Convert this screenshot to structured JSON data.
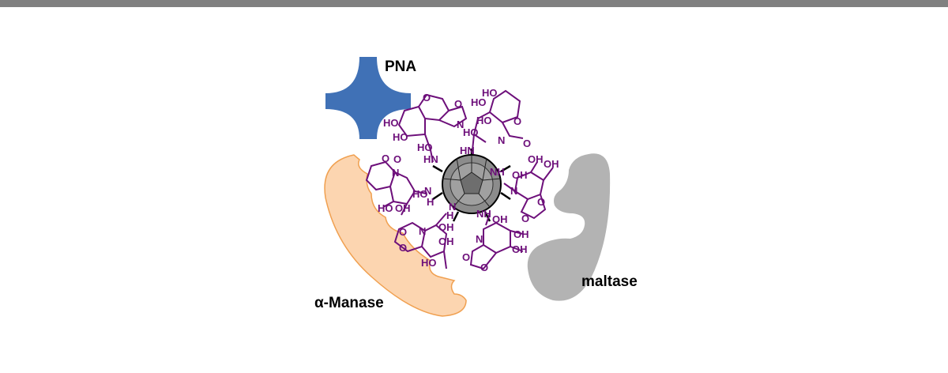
{
  "labels": {
    "pna": "PNA",
    "manase": "α-Manase",
    "maltase": "maltase"
  },
  "colors": {
    "top_bar": "#808080",
    "pna_shape": "#4071b6",
    "manase_shape": "#fcd5b0",
    "manase_outline": "#f0a050",
    "maltase_shape": "#b3b3b3",
    "sugar_structure": "#6d0f7a",
    "fullerene": "#8c8c8c"
  },
  "structure_text": {
    "s1": {
      "n": "N",
      "o1": "O",
      "o2": "O",
      "ho1": "HO",
      "ho2": "HO",
      "ho3": "HO",
      "nh": "HN"
    },
    "s2": {
      "n": "N",
      "o1": "O",
      "o2": "O",
      "ho1": "HO",
      "ho2": "HO",
      "ho3": "HO",
      "ho4": "HO",
      "nh": "HN"
    },
    "s3": {
      "n": "N",
      "o1": "O",
      "o2": "O",
      "ho1": "HO",
      "ho2": "OH",
      "ho3": "HO",
      "nh_h": "H",
      "nh_n": "N"
    },
    "s4": {
      "n": "N",
      "o1": "O",
      "o2": "O",
      "ho1": "OH",
      "ho2": "HO",
      "ho3": "OH",
      "nh_h": "H",
      "nh_n": "N"
    },
    "s5": {
      "n": "N",
      "o1": "O",
      "o2": "O",
      "ho1": "OH",
      "ho2": "OH",
      "ho3": "OH",
      "nh": "NH"
    },
    "s6": {
      "n": "N",
      "o1": "O",
      "o2": "O",
      "ho1": "OH",
      "ho2": "OH",
      "ho3": "OH",
      "nh": "NH"
    }
  }
}
